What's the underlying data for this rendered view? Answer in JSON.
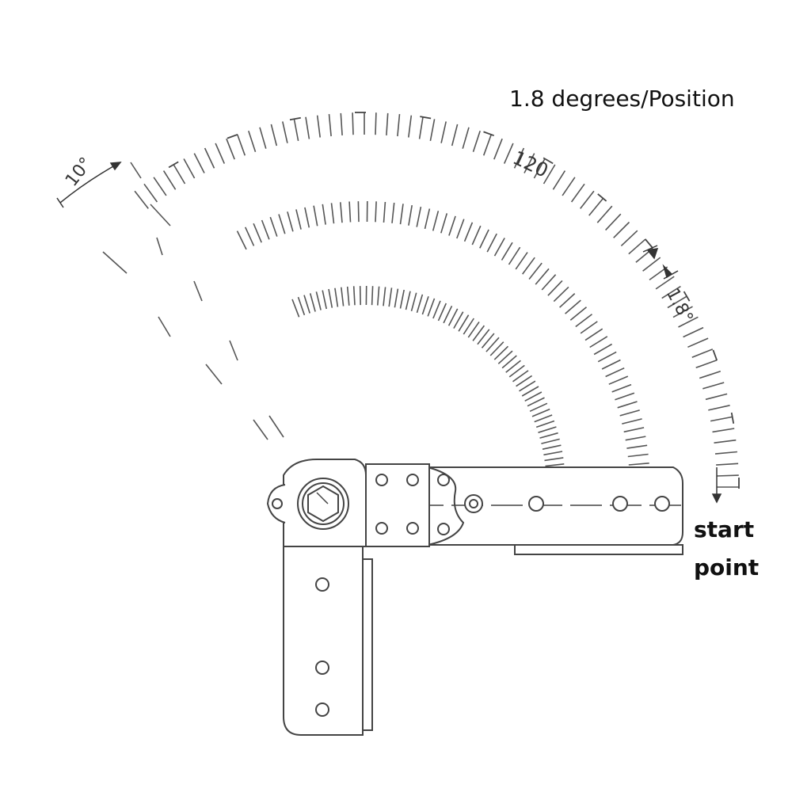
{
  "caption": "1.8 degrees/Position",
  "start_label": {
    "line1": "start",
    "line2": "point"
  },
  "scale_labels": {
    "major": "120",
    "coarse_step": "10°",
    "fine_step": "1.8°"
  },
  "colors": {
    "line": "#555555",
    "dark": "#333333",
    "text": "#111111"
  }
}
